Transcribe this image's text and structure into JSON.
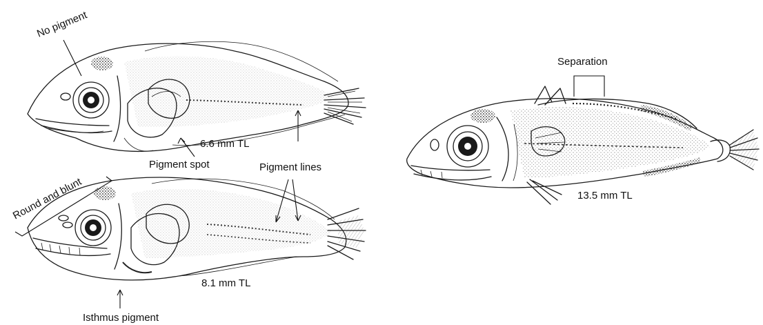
{
  "colors": {
    "ink": "#1a1a1a",
    "background": "#ffffff"
  },
  "labels": {
    "no_pigment": "No pigment",
    "pigment_spot": "Pigment spot",
    "size_small": "6.6 mm TL",
    "pigment_lines": "Pigment lines",
    "round_and_blunt": "Round and blunt",
    "size_mid": "8.1 mm TL",
    "isthmus_pigment": "Isthmus pigment",
    "separation": "Separation",
    "size_large": "13.5 mm TL"
  }
}
